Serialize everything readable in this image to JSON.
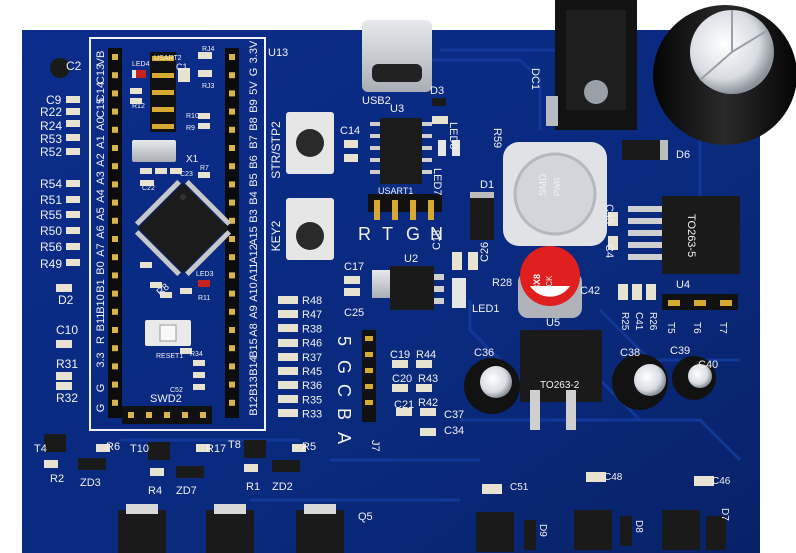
{
  "board": {
    "module_name": "U13",
    "left_pins": [
      "VB",
      "C13",
      "C14",
      "C15",
      "A0",
      "A1",
      "A2",
      "A3",
      "A4",
      "A5",
      "A6",
      "A7",
      "B0",
      "B1",
      "B10",
      "B11",
      "R",
      "3.3",
      "G",
      "G"
    ],
    "right_pins": [
      "3.3V",
      "G",
      "5V",
      "B9",
      "B8",
      "B7",
      "B6",
      "B5",
      "B4",
      "B3",
      "A15",
      "A12",
      "A11",
      "A10",
      "A9",
      "A8",
      "B15",
      "B14",
      "B13",
      "B12"
    ],
    "module_labels": {
      "usart2": "USART2",
      "led4": "LED4",
      "c1": "C1",
      "rj4": "RJ4",
      "rj3": "RJ3",
      "r12": "R12",
      "r10": "R10",
      "r9": "R9",
      "x1": "X1",
      "c23": "C23",
      "r7": "R7",
      "c22": "C22",
      "r8": "R8",
      "led3": "LED3",
      "r11": "R11",
      "reset1": "RESET1",
      "r34": "R34",
      "c52": "C52",
      "swd2": "SWD2"
    },
    "left_column": [
      "C2",
      "C9",
      "R22",
      "R24",
      "R53",
      "R52",
      "R54",
      "R51",
      "R55",
      "R50",
      "R56",
      "R49",
      "D2",
      "C10",
      "R31",
      "R32"
    ],
    "resistor_column": [
      "R48",
      "R47",
      "R38",
      "R46",
      "R37",
      "R45",
      "R36",
      "R35",
      "R33"
    ],
    "bottom_labels": [
      "R6",
      "R17",
      "T8",
      "R5",
      "T10",
      "R2",
      "ZD3",
      "R4",
      "ZD7",
      "R1",
      "ZD2",
      "T4",
      "Q5"
    ],
    "buttons": {
      "top": "STR/STP2",
      "bottom": "KEY2"
    },
    "usb": "USB2",
    "u3": "U3",
    "c14": "C14",
    "usart1": "USART1",
    "usart1_pins": [
      "R",
      "T",
      "G",
      "N"
    ],
    "d3": "D3",
    "led8": "LED8",
    "led7": "LED7",
    "dc": "DC1",
    "r59": "R59",
    "d6": "D6",
    "d1": "D1",
    "inductor_text": [
      "SMD",
      "PWR"
    ],
    "c45": "C45",
    "c4": "C4",
    "to263_5": "TO263-5",
    "c17": "C17",
    "u2": "U2",
    "c18": "C18",
    "c26": "C26",
    "c25": "C25",
    "led1": "LED1",
    "r28": "R28",
    "cap_red_text": [
      "8X8",
      "YCK"
    ],
    "c42": "C42",
    "r25": "R25",
    "c41": "C41",
    "r26": "R26",
    "u4": "U4",
    "t_labels": [
      "T5",
      "T6",
      "T7"
    ],
    "u5": "U5",
    "to263_2": "TO263-2",
    "c36": "C36",
    "c38": "C38",
    "c39": "C39",
    "c40": "C40",
    "j7_labels": [
      "5",
      "G",
      "C",
      "B",
      "A"
    ],
    "j7": "J7",
    "mid_caps": [
      "C19",
      "R44",
      "C20",
      "R43",
      "C21",
      "R42",
      "C37",
      "C34"
    ],
    "bottom_right": [
      "C51",
      "C48",
      "C46",
      "D7",
      "D9",
      "D8"
    ]
  }
}
